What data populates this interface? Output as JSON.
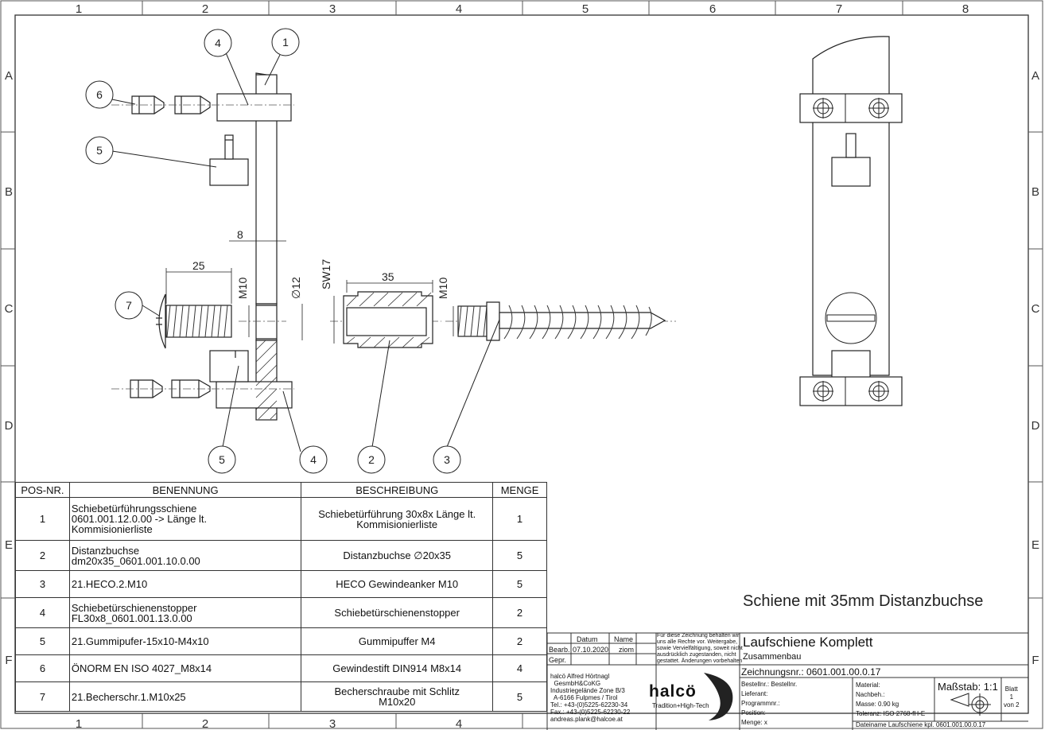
{
  "grid": {
    "columns": [
      "1",
      "2",
      "3",
      "4",
      "5",
      "6",
      "7",
      "8"
    ],
    "rows": [
      "A",
      "B",
      "C",
      "D",
      "E",
      "F"
    ]
  },
  "balloons": {
    "top_4": "4",
    "top_1": "1",
    "top_6": "6",
    "top_5": "5",
    "left_7": "7",
    "bottom_5": "5",
    "bottom_4": "4",
    "bottom_2": "2",
    "bottom_3": "3"
  },
  "dimensions": {
    "rail_thickness": "8",
    "screw_length": "25",
    "screw_thread": "M10",
    "rail_hole": "∅12",
    "bushing_sw": "SW17",
    "bushing_length": "35",
    "anchor_thread": "M10"
  },
  "bom": {
    "headers": [
      "POS-NR.",
      "BENENNUNG",
      "BESCHREIBUNG",
      "MENGE"
    ],
    "rows": [
      {
        "pos": "1",
        "name": "Schiebetürführungsschiene\n0601.001.12.0.00 -> Länge lt.\nKommisionierliste",
        "desc": "Schiebetürführung 30x8x Länge lt.\nKommisionierliste",
        "qty": "1"
      },
      {
        "pos": "2",
        "name": "Distanzbuchse\ndm20x35_0601.001.10.0.00",
        "desc": "Distanzbuchse ∅20x35",
        "qty": "5"
      },
      {
        "pos": "3",
        "name": "21.HECO.2.M10",
        "desc": "HECO Gewindeanker M10",
        "qty": "5"
      },
      {
        "pos": "4",
        "name": "Schiebetürschienenstopper\nFL30x8_0601.001.13.0.00",
        "desc": "Schiebetürschienenstopper",
        "qty": "2"
      },
      {
        "pos": "5",
        "name": "21.Gummipufer-15x10-M4x10",
        "desc": "Gummipuffer M4",
        "qty": "2"
      },
      {
        "pos": "6",
        "name": "ÖNORM EN ISO 4027_M8x14",
        "desc": "Gewindestift  DIN914 M8x14",
        "qty": "4"
      },
      {
        "pos": "7",
        "name": "21.Becherschr.1.M10x25",
        "desc": "Becherschraube mit Schlitz\nM10x20",
        "qty": "5"
      }
    ]
  },
  "caption": "Schiene mit 35mm Distanzbuchse",
  "titleblock": {
    "col_datum": "Datum",
    "col_name": "Name",
    "bearb_label": "Bearb.",
    "bearb_date": "07.10.2020",
    "bearb_name": "ziom",
    "gepr_label": "Gepr.",
    "rights_note": "Für diese Zeichnung behalten wir\nuns alle Rechte vor. Weitergabe,\nsowie Vervielfältigung, soweit nicht\nausdrücklich zugestanden, nicht\ngestattet. Änderungen vorbehalten",
    "title": "Laufschiene Komplett",
    "subtitle": "Zusammenbau",
    "drawing_no": "Zeichnungsnr.: 0601.001.00.0.17",
    "company_lines": "halcö Alfred Hörtnagl\n  GesmbH&CoKG\nIndustriegelände Zone B/3\n  A-6166 Fulpmes / Tirol\nTel.: +43-(0)5225-62230-34\nFax.: +43-(0)5225-62230-22\nandreas.plank@halcoe.at",
    "logo": "halcö",
    "logo_tagline": "Tradition+High-Tech",
    "order_fields": "Bestellnr.: Bestellnr.\nLieferant:\nProgrammnr.:\nPosition:\nMenge: x",
    "material_fields": "Material:\nNachbeh.:\nMasse: 0.90 kg\nToleranz: ISO 2768-fH-E",
    "scale": "Maßstab: 1:1",
    "sheet": "Blatt\n1\nvon 2",
    "filename": "Dateiname Laufschiene kpl.  0601.001.00.0.17"
  }
}
